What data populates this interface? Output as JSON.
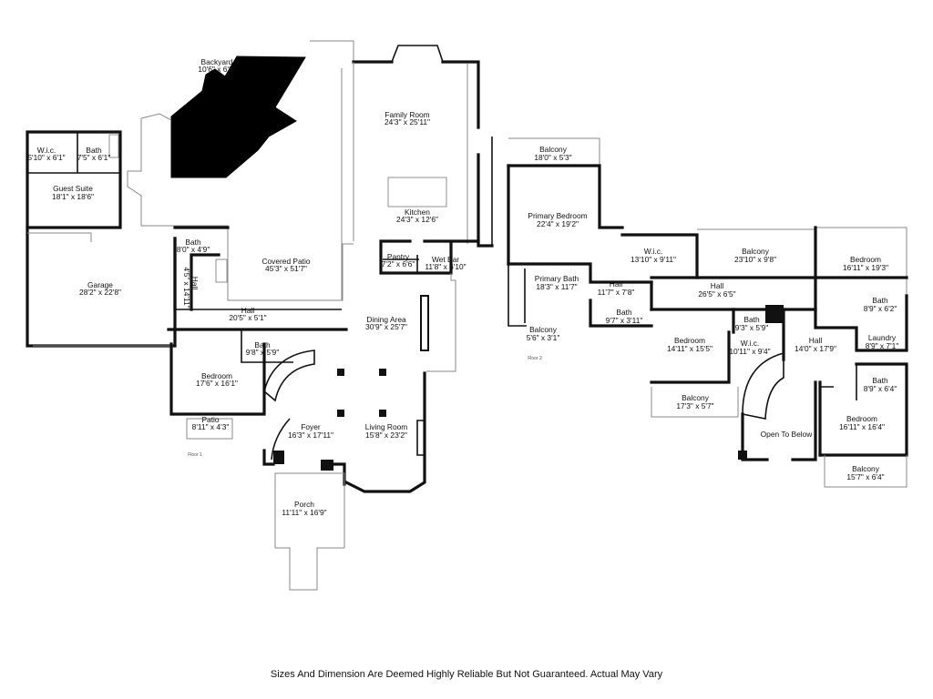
{
  "floors": [
    {
      "label": "Floor 1",
      "rooms": [
        {
          "name": "Backyard",
          "dims": "10'6\" x 6'8\""
        },
        {
          "name": "Family Room",
          "dims": "24'3\" x 25'11\""
        },
        {
          "name": "W.i.c.",
          "dims": "5'10\" x 6'1\""
        },
        {
          "name": "Bath",
          "dims": "7'5\" x 6'1\""
        },
        {
          "name": "Guest Suite",
          "dims": "18'1\" x 18'6\""
        },
        {
          "name": "Kitchen",
          "dims": "24'3\" x 12'6\""
        },
        {
          "name": "Bath",
          "dims": "8'0\" x 4'9\""
        },
        {
          "name": "Garage",
          "dims": "28'2\" x 22'8\""
        },
        {
          "name": "Covered Patio",
          "dims": "45'3\" x 51'7\""
        },
        {
          "name": "Pantry",
          "dims": "7'2\" x 6'6\""
        },
        {
          "name": "Wet Bar",
          "dims": "11'8\" x 6'10\""
        },
        {
          "name": "Hall",
          "dims": "4'5\" x 14'11\""
        },
        {
          "name": "Hall",
          "dims": "20'5\" x 5'1\""
        },
        {
          "name": "Dining Area",
          "dims": "30'9\" x 25'7\""
        },
        {
          "name": "Bath",
          "dims": "9'8\" x 5'9\""
        },
        {
          "name": "Bedroom",
          "dims": "17'6\" x 16'1\""
        },
        {
          "name": "Patio",
          "dims": "8'11\" x 4'3\""
        },
        {
          "name": "Foyer",
          "dims": "16'3\" x 17'11\""
        },
        {
          "name": "Living Room",
          "dims": "15'8\" x 23'2\""
        },
        {
          "name": "Porch",
          "dims": "11'11\" x 16'9\""
        }
      ]
    },
    {
      "label": "Floor 2",
      "rooms": [
        {
          "name": "Balcony",
          "dims": "18'0\" x 5'3\""
        },
        {
          "name": "Primary Bedroom",
          "dims": "22'4\" x 19'2\""
        },
        {
          "name": "W.i.c.",
          "dims": "13'10\" x 9'11\""
        },
        {
          "name": "Balcony",
          "dims": "23'10\" x 9'8\""
        },
        {
          "name": "Bedroom",
          "dims": "16'11\" x 19'3\""
        },
        {
          "name": "Primary Bath",
          "dims": "18'3\" x 11'7\""
        },
        {
          "name": "Hall",
          "dims": "11'7\" x 7'8\""
        },
        {
          "name": "Hall",
          "dims": "26'5\" x 6'5\""
        },
        {
          "name": "Bath",
          "dims": "8'9\" x 6'2\""
        },
        {
          "name": "Bath",
          "dims": "9'7\" x 3'11\""
        },
        {
          "name": "Bath",
          "dims": "9'3\" x 5'9\""
        },
        {
          "name": "Balcony",
          "dims": "5'6\" x 3'1\""
        },
        {
          "name": "Bedroom",
          "dims": "14'11\" x 15'5\""
        },
        {
          "name": "W.i.c.",
          "dims": "10'11\" x 9'4\""
        },
        {
          "name": "Hall",
          "dims": "14'0\" x 17'9\""
        },
        {
          "name": "Laundry",
          "dims": "8'9\" x 7'1\""
        },
        {
          "name": "Bath",
          "dims": "8'9\" x 6'4\""
        },
        {
          "name": "Balcony",
          "dims": "17'3\" x 5'7\""
        },
        {
          "name": "Bedroom",
          "dims": "16'11\" x 16'4\""
        },
        {
          "name": "Open To Below",
          "dims": ""
        },
        {
          "name": "Balcony",
          "dims": "15'7\" x 6'4\""
        }
      ]
    }
  ],
  "disclaimer": "Sizes And Dimension Are Deemed Highly Reliable But Not Guaranteed. Actual May Vary"
}
